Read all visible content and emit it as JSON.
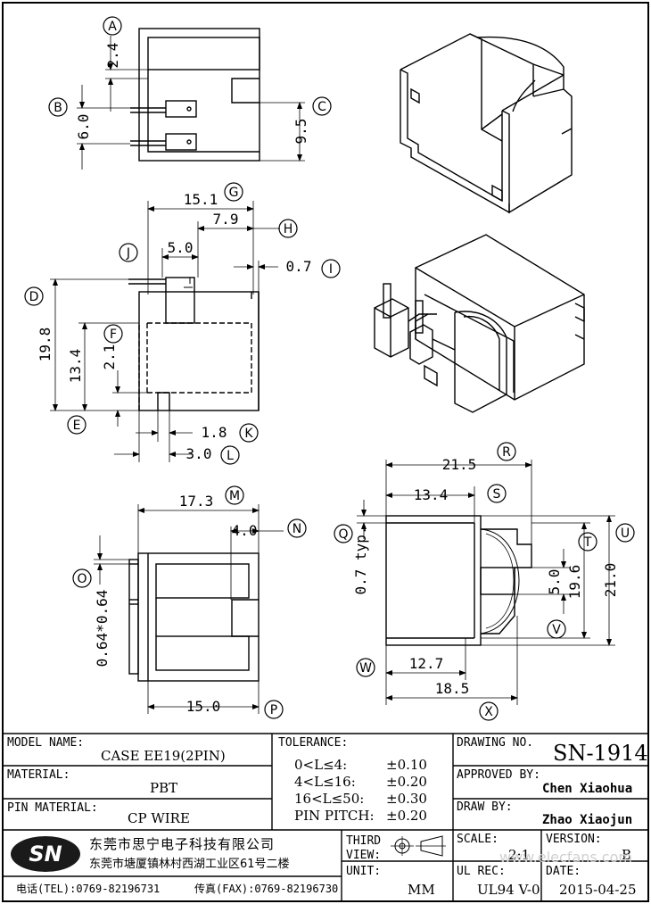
{
  "dimensions": {
    "A": "2.4",
    "B": "6.0",
    "C": "9.5",
    "G": "15.1",
    "H": "7.9",
    "J": "5.0",
    "I": "0.7",
    "D": "19.8",
    "F": "13.4",
    "F2": "2.1",
    "K": "1.8",
    "L": "3.0",
    "M": "17.3",
    "N": "4.0",
    "O": "0.64*0.64",
    "P": "15.0",
    "R": "21.5",
    "S": "13.4",
    "Q": "0.7 typ.",
    "T": "5.0",
    "U": "21.0",
    "V": "19.6",
    "W": "12.7",
    "X": "18.5"
  },
  "balloons": [
    "A",
    "B",
    "C",
    "D",
    "E",
    "F",
    "G",
    "H",
    "I",
    "J",
    "K",
    "L",
    "M",
    "N",
    "O",
    "P",
    "Q",
    "R",
    "S",
    "T",
    "U",
    "V",
    "W",
    "X"
  ],
  "title_block": {
    "model_name_label": "MODEL NAME:",
    "model_name": "CASE EE19(2PIN)",
    "material_label": "MATERIAL:",
    "material": "PBT",
    "pin_material_label": "PIN MATERIAL:",
    "pin_material": "CP WIRE",
    "tolerance_label": "TOLERANCE:",
    "tolerances": [
      {
        "range": "0<L≤4:",
        "value": "±0.10"
      },
      {
        "range": "4<L≤16:",
        "value": "±0.20"
      },
      {
        "range": "16<L≤50:",
        "value": "±0.30"
      },
      {
        "range": "PIN PITCH:",
        "value": "±0.20"
      }
    ],
    "drawing_no_label": "DRAWING NO.",
    "drawing_no": "SN-1914",
    "approved_by_label": "APPROVED BY:",
    "approved_by": "Chen Xiaohua",
    "draw_by_label": "DRAW BY:",
    "draw_by": "Zhao Xiaojun",
    "logo_text": "SN",
    "company_name": "东莞市思宁电子科技有限公司",
    "company_address": "东莞市塘厦镇林村西湖工业区61号二楼",
    "tel": "电话(TEL):0769-82196731",
    "fax": "传真(FAX):0769-82196730",
    "third_view_label": "THIRD\nVIEW:",
    "unit_label": "UNIT:",
    "unit": "MM",
    "scale_label": "SCALE:",
    "scale": "2:1",
    "version_label": "VERSION:",
    "version": "B",
    "ul_rec_label": "UL REC:",
    "ul_rec": "UL94 V-0",
    "date_label": "DATE:",
    "date": "2015-04-25",
    "watermark": "www.elecfans.com"
  },
  "colors": {
    "line": "#000000",
    "background": "#ffffff",
    "logo_bg": "#1a1a1a"
  }
}
